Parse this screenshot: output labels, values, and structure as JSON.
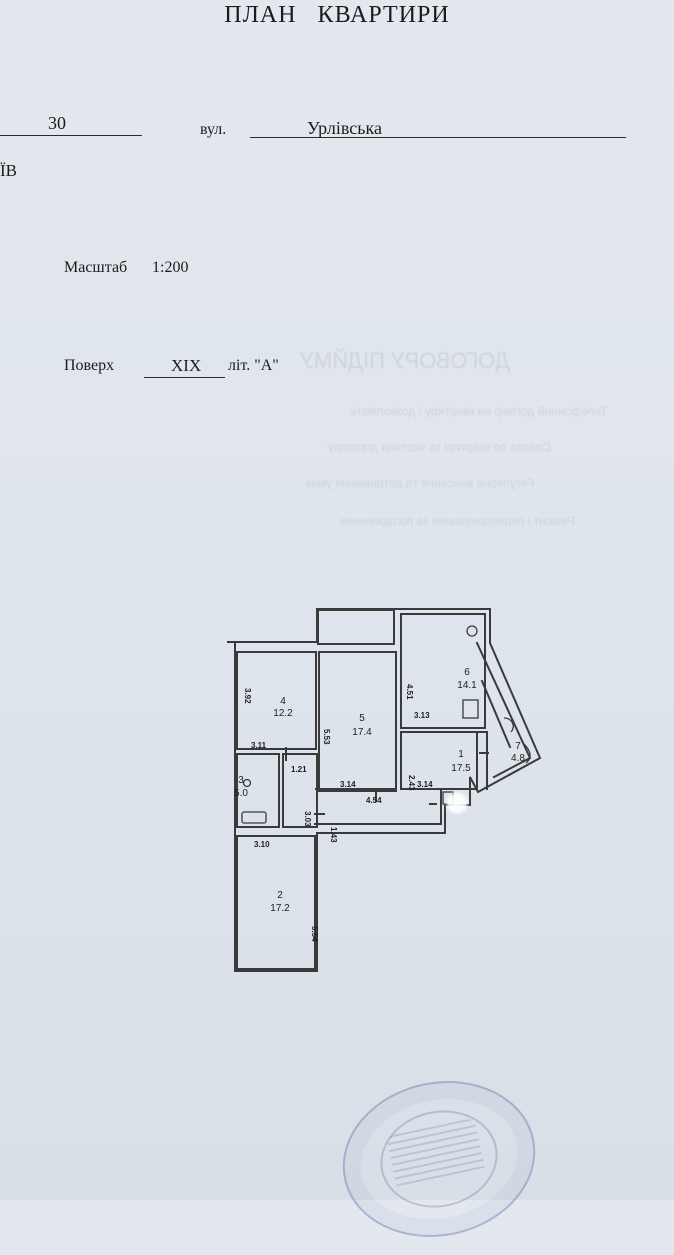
{
  "document": {
    "title": "ПЛАН КВАРТИРИ",
    "house_number": "30",
    "street_label": "вул.",
    "street_name": "Урлівська",
    "city_fragment": "ЇВ",
    "scale_label": "Масштаб",
    "scale_value": "1:200",
    "floor_label": "Поверх",
    "floor_value": "XIX",
    "litera_label": "літ. \"А\""
  },
  "plan": {
    "rooms": [
      {
        "number": "1",
        "area": "17.5"
      },
      {
        "number": "2",
        "area": "17.2"
      },
      {
        "number": "3",
        "area": "5.0"
      },
      {
        "number": "4",
        "area": "12.2"
      },
      {
        "number": "5",
        "area": "17.4"
      },
      {
        "number": "6",
        "area": "14.1"
      },
      {
        "number": "7",
        "area": "4.8"
      }
    ],
    "dimensions": {
      "d392": "3.92",
      "d553": "5.53",
      "d451": "4.51",
      "d311": "3.11",
      "d121": "1.21",
      "d303": "3.03",
      "d313": "3.13",
      "d243": "2.43",
      "d314a": "3.14",
      "d454": "4.54",
      "d314b": "3.14",
      "d143": "1.43",
      "d310": "3.10",
      "d554": "5.54"
    }
  }
}
